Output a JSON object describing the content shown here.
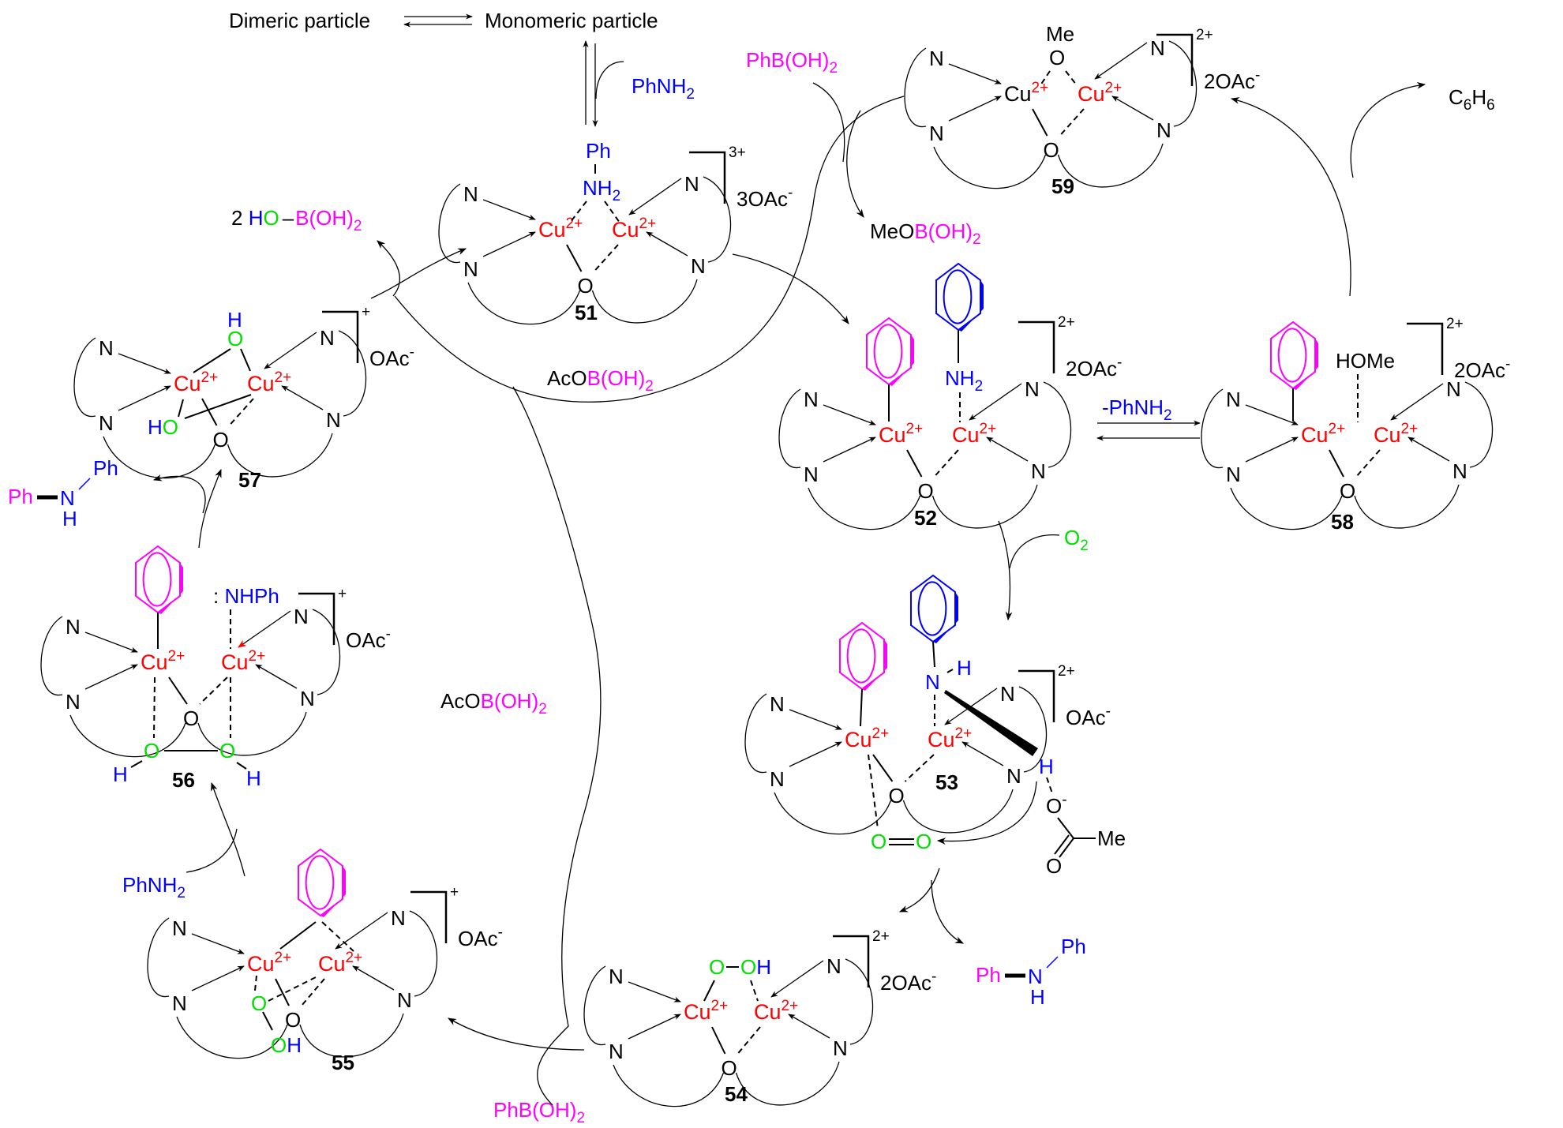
{
  "title": "Proposed catalytic cycle for Cu-catalyzed Chan-Lam N-arylation of aniline with phenylboronic acid",
  "colors": {
    "copper": "#ff0000",
    "nitrogen_reagent": "#0000ff",
    "boron_phenyl": "#ff00ff",
    "oxygen_species": "#00e000",
    "default": "#000000"
  },
  "top": {
    "dimeric": "Dimeric particle",
    "monomeric": "Monomeric particle"
  },
  "reagents": {
    "phnh2_top": "PhNH",
    "phnh2_sub": "2",
    "phboh2_top_a": "PhB(OH)",
    "phboh2_top_sub": "2",
    "meob": "MeO",
    "meob_b": "B(OH)",
    "meob_sub": "2",
    "c6h6_c": "C",
    "c6h6_sub1": "6",
    "c6h6_h": "H",
    "c6h6_sub2": "6",
    "hoboh_coef": "2 ",
    "hoboh_h": "H",
    "hoboh_o": "O",
    "hoboh_b": "B(OH)",
    "hoboh_sub": "2",
    "acob_mid_a": "AcO",
    "acob_mid_b": "B(OH)",
    "acob_mid_sub": "2",
    "acob_low_a": "AcO",
    "acob_low_b": "B(OH)",
    "acob_low_sub": "2",
    "minus_phnh2": "-PhNH",
    "minus_phnh2_sub": "2",
    "o2": "O",
    "o2_sub": "2",
    "phnh2_left": "PhNH",
    "phnh2_left_sub": "2",
    "phboh2_bottom": "PhB(OH)",
    "phboh2_bottom_sub": "2"
  },
  "products": {
    "dpa_ph1": "Ph",
    "dpa_n": "N",
    "dpa_h": "H",
    "dpa_ph2": "Ph"
  },
  "atoms": {
    "N": "N",
    "O": "O",
    "Cu": "Cu",
    "charge2": "2+",
    "H": "H",
    "Me": "Me",
    "Ph": "Ph",
    "NH": "NH",
    "NH_sub": "2",
    "HOMe": "HOMe",
    "NHPh": "NHPh",
    "lonepair": ":",
    "OH": "OH",
    "Ominus": "O",
    "minus": "-"
  },
  "complexes": [
    {
      "id": "51",
      "label": "51",
      "charge": "3+",
      "counterion": "3OAc",
      "counterion_sup": "-"
    },
    {
      "id": "52",
      "label": "52",
      "charge": "2+",
      "counterion": "2OAc",
      "counterion_sup": "-"
    },
    {
      "id": "53",
      "label": "53",
      "charge": "2+",
      "counterion": "OAc",
      "counterion_sup": "-"
    },
    {
      "id": "54",
      "label": "54",
      "charge": "2+",
      "counterion": "2OAc",
      "counterion_sup": "-"
    },
    {
      "id": "55",
      "label": "55",
      "charge": "+",
      "counterion": "OAc",
      "counterion_sup": "-"
    },
    {
      "id": "56",
      "label": "56",
      "charge": "+",
      "counterion": "OAc",
      "counterion_sup": "-"
    },
    {
      "id": "57",
      "label": "57",
      "charge": "+",
      "counterion": "OAc",
      "counterion_sup": "-"
    },
    {
      "id": "58",
      "label": "58",
      "charge": "2+",
      "counterion": "2OAc",
      "counterion_sup": "-"
    },
    {
      "id": "59",
      "label": "59",
      "charge": "2+",
      "counterion": "2OAc",
      "counterion_sup": "-"
    }
  ]
}
